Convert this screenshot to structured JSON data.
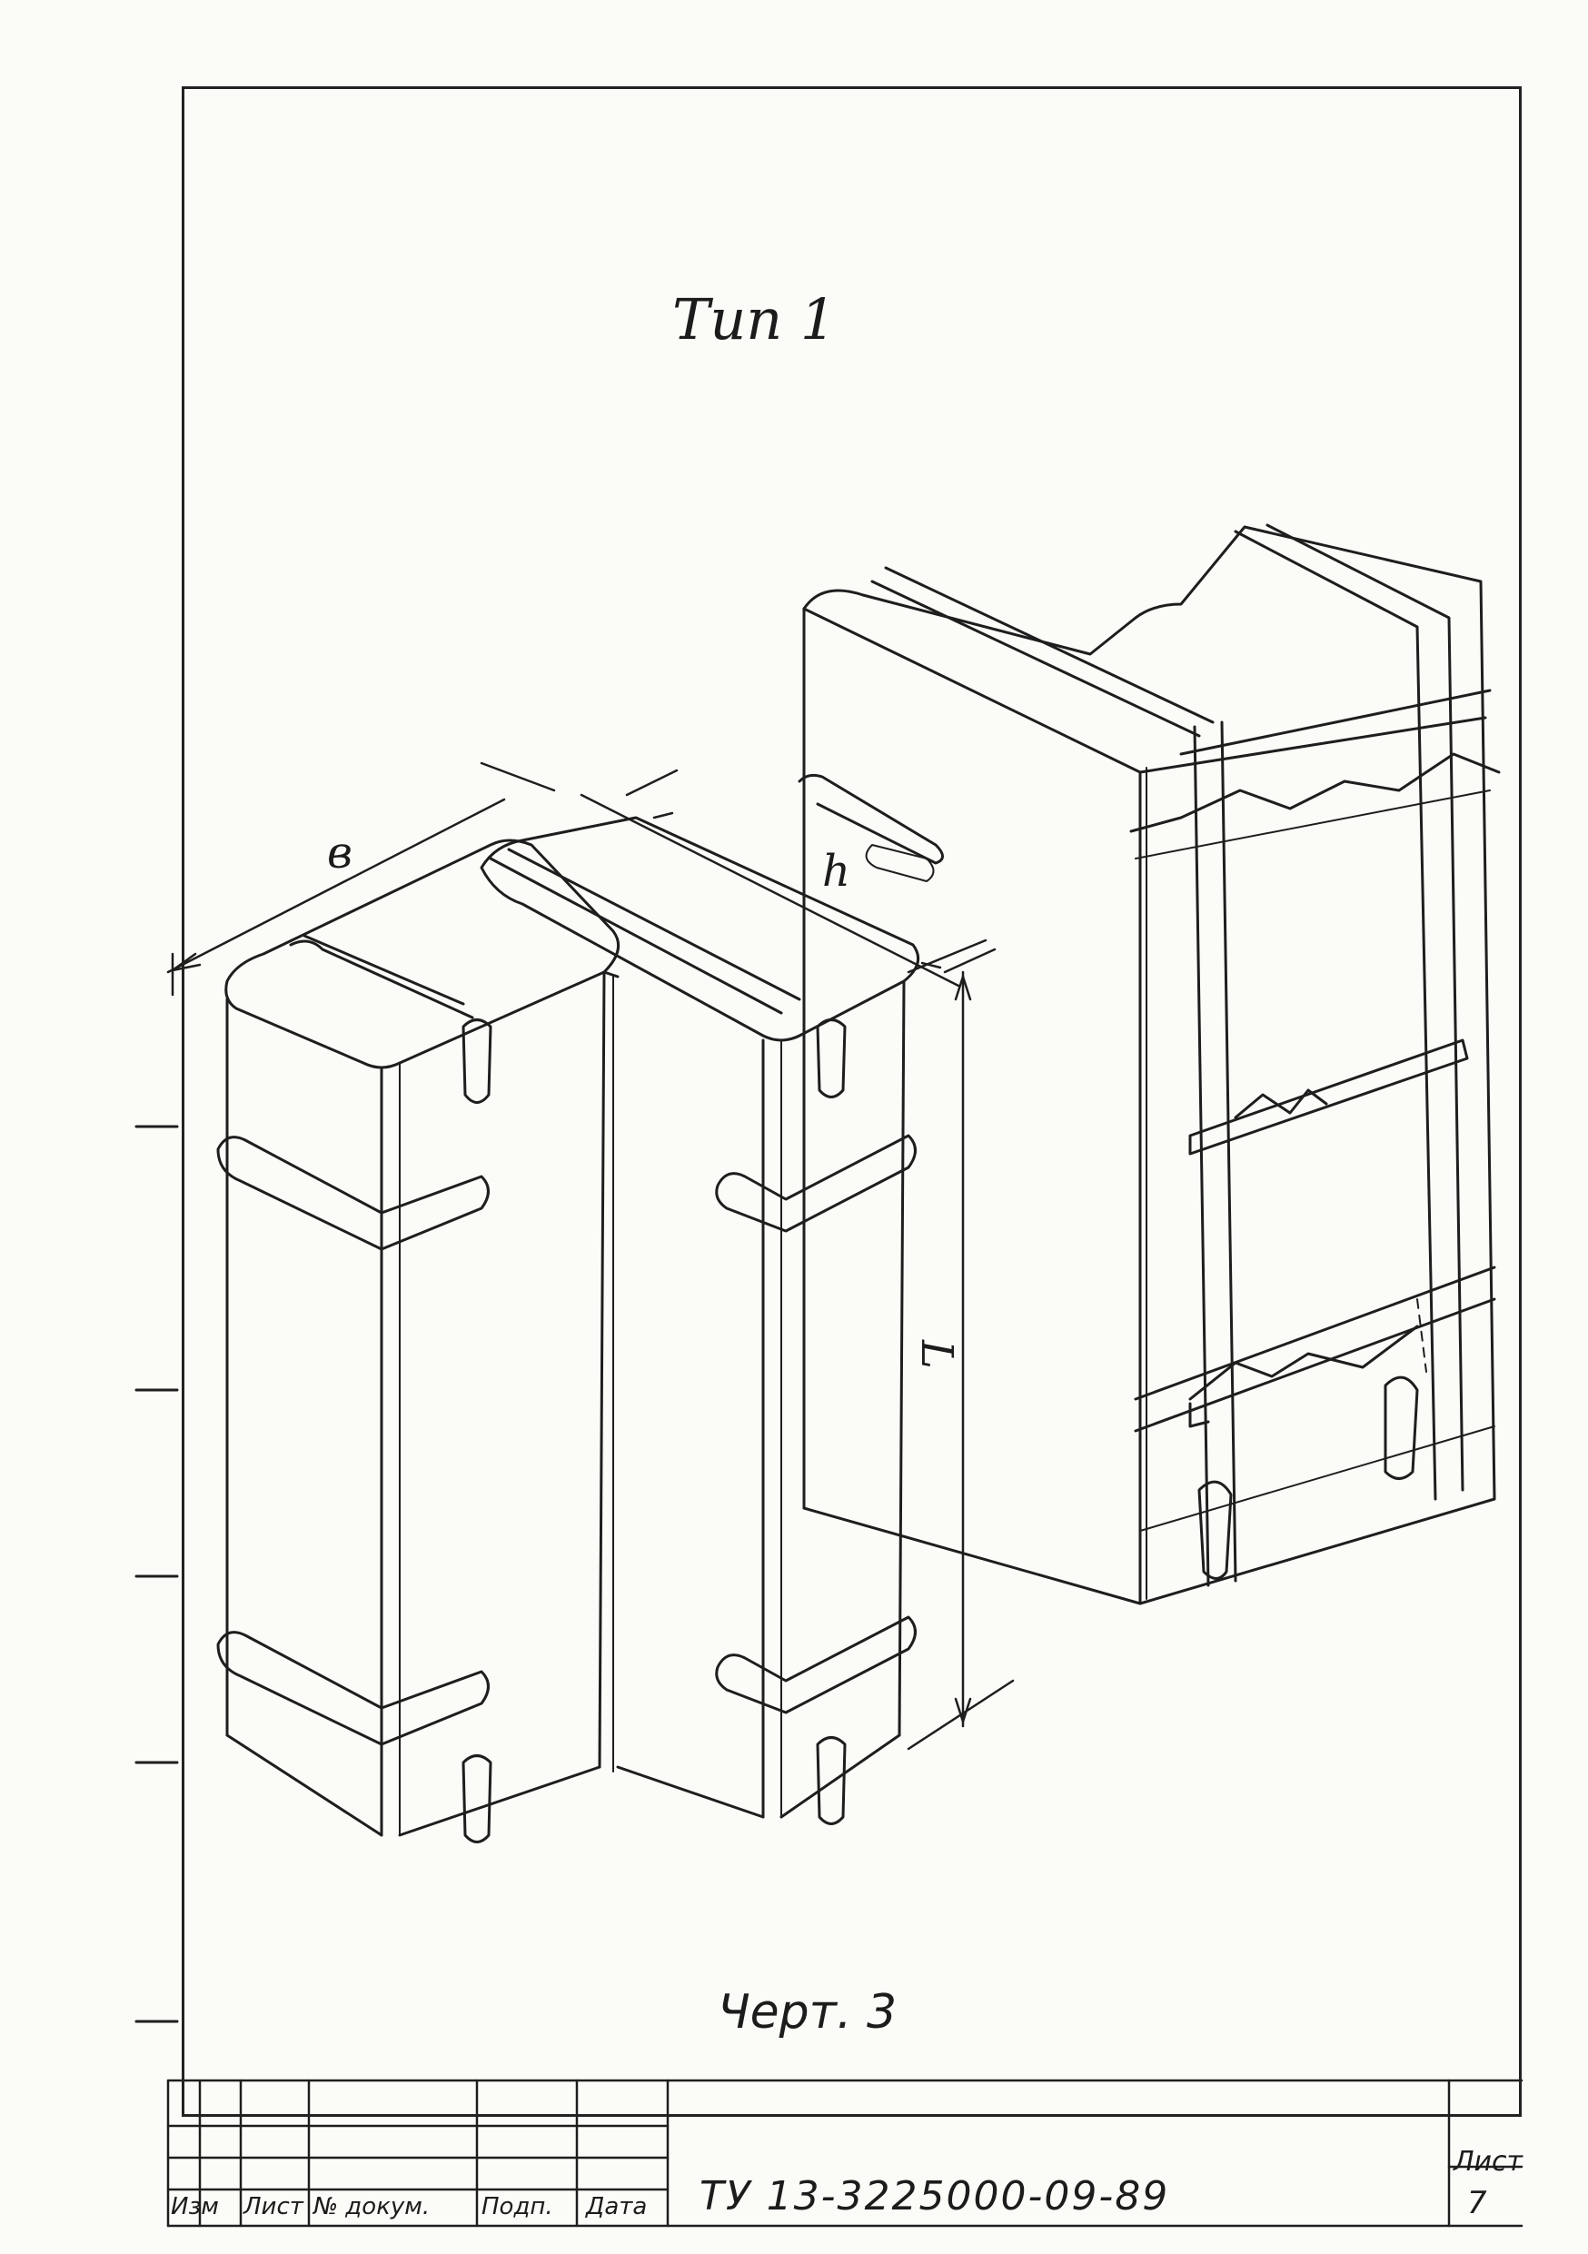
{
  "drawing": {
    "type_title": "Тип 1",
    "dim_width": "в",
    "dim_height": "h",
    "dim_length": "L",
    "caption": "Черт. 3"
  },
  "title_block": {
    "doc_code": "ТУ 13-3225000-09-89",
    "col_izm": "Изм",
    "col_list": "Лист",
    "col_doc_no": "№ докум.",
    "col_sign": "Подп.",
    "col_date": "Дата",
    "sheet_label": "Лист",
    "sheet_number": "7"
  }
}
